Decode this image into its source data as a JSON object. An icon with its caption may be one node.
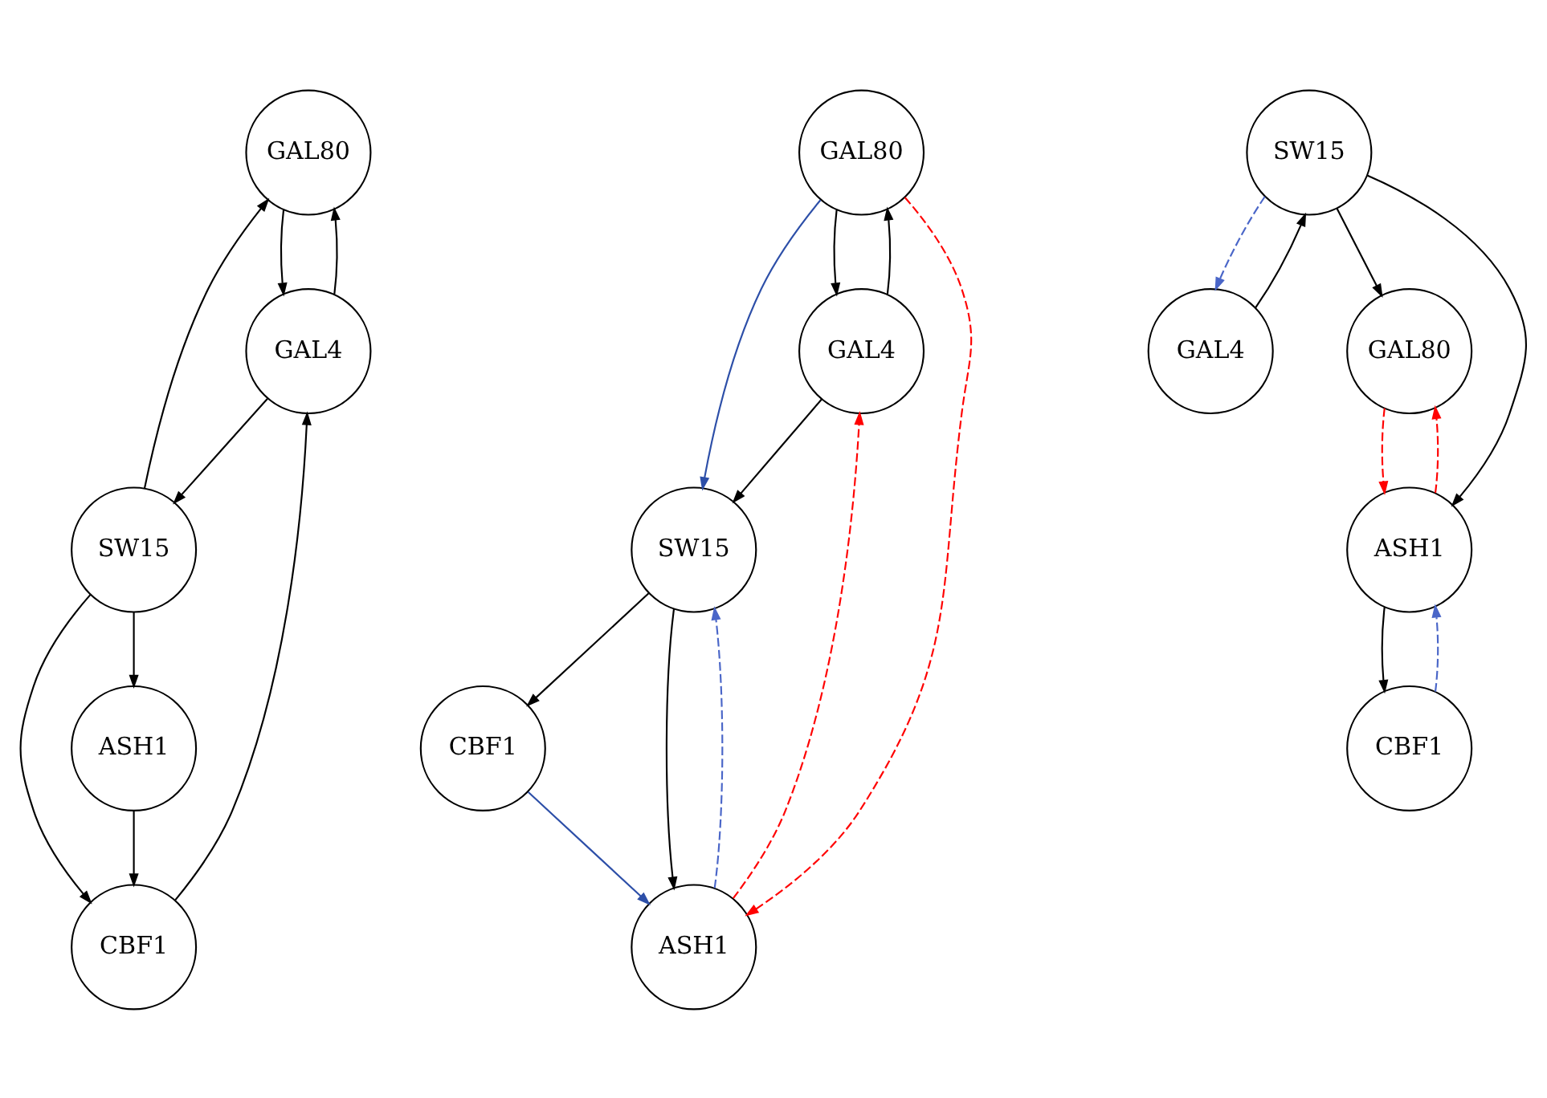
{
  "diagram": {
    "nodes": [
      {
        "text": [
          "GAL80"
        ]
      },
      {
        "text": [
          "GAL4"
        ]
      },
      {
        "text": [
          "SW15"
        ]
      },
      {
        "text": [
          "CBF1"
        ]
      },
      {
        "text": [
          "ASH1"
        ]
      },
      {
        "text": [
          "GAL80"
        ]
      },
      {
        "text": [
          "GAL4"
        ]
      },
      {
        "text": [
          "SW15"
        ]
      },
      {
        "text": [
          "CBF1"
        ]
      },
      {
        "text": [
          "ASH1"
        ]
      },
      {
        "text": [
          "GAL80"
        ]
      },
      {
        "text": [
          "GAL4"
        ]
      },
      {
        "text": [
          "SW15"
        ]
      },
      {
        "text": [
          "CBF1"
        ]
      },
      {
        "text": [
          "ASH1"
        ]
      }
    ],
    "edges": [
      {
        "from": 0,
        "to": 1,
        "arrow": "to"
      },
      {
        "from": 1,
        "to": 0,
        "arrow": "to"
      },
      {
        "from": 2,
        "to": 0,
        "arrow": "to"
      },
      {
        "from": 1,
        "to": 2,
        "arrow": "to"
      },
      {
        "from": 3,
        "to": 1,
        "arrow": "to"
      },
      {
        "from": 2,
        "to": 3,
        "arrow": "to"
      },
      {
        "from": 2,
        "to": 4,
        "arrow": "to"
      },
      {
        "from": 4,
        "to": 3,
        "arrow": "to"
      },
      {
        "from": 5,
        "to": 6,
        "arrow": "to"
      },
      {
        "from": 6,
        "to": 5,
        "arrow": "to"
      },
      {
        "from": 5,
        "to": 7,
        "arrow": "to",
        "color": "#2d4fa8"
      },
      {
        "from": 5,
        "to": 9,
        "arrow": "to",
        "style": "dashed",
        "color": "#ff0000"
      },
      {
        "from": 9,
        "to": 6,
        "arrow": "to",
        "style": "dashed",
        "color": "#ff0000"
      },
      {
        "from": 6,
        "to": 7,
        "arrow": "to"
      },
      {
        "from": 7,
        "to": 8,
        "arrow": "to"
      },
      {
        "from": 8,
        "to": 9,
        "arrow": "to",
        "color": "#2d4fa8"
      },
      {
        "from": 7,
        "to": 9,
        "arrow": "to"
      },
      {
        "from": 9,
        "to": 7,
        "arrow": "to",
        "style": "dashed",
        "color": "#4a66c8"
      },
      {
        "from": 12,
        "to": 10,
        "arrow": "to"
      },
      {
        "from": 12,
        "to": 11,
        "arrow": "to",
        "style": "dashed",
        "color": "#4a66c8"
      },
      {
        "from": 11,
        "to": 12,
        "arrow": "to"
      },
      {
        "from": 10,
        "to": 14,
        "arrow": "to",
        "style": "dashed",
        "color": "#ff0000"
      },
      {
        "from": 14,
        "to": 10,
        "arrow": "to",
        "style": "dashed",
        "color": "#ff0000"
      },
      {
        "from": 12,
        "to": 14,
        "arrow": "to"
      },
      {
        "from": 13,
        "to": 14,
        "arrow": "to",
        "style": "dashed",
        "color": "#4a66c8"
      },
      {
        "from": 14,
        "to": 13,
        "arrow": "to"
      }
    ]
  }
}
